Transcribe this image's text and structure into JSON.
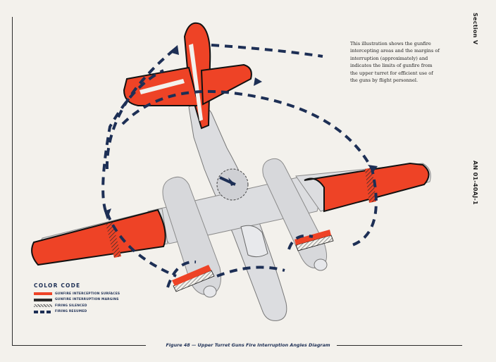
{
  "section_label": "Section V",
  "document_id": "AN 01-40AJ-1",
  "description": "This illustration shows the gunfire intercepting areas and the margins of interruption (approximately) and indicates the limits of gunfire from the upper turret for efficient use of the guns by flight personnel.",
  "legend": {
    "title": "COLOR CODE",
    "items": [
      {
        "label": "GUNFIRE INTERCEPTION SURFACES",
        "style": "solid",
        "color": "#ee4326"
      },
      {
        "label": "GUNFIRE INTERRUPTION MARGINS",
        "style": "margin",
        "color": "#2a2a2a"
      },
      {
        "label": "FIRING SILENCED",
        "style": "hatch",
        "color": "#7a7a7a"
      },
      {
        "label": "FIRING RESUMED",
        "style": "dashed",
        "color": "#1d2f55"
      }
    ]
  },
  "caption": "Figure 48 — Upper Turret Guns Fire Interruption Angles Diagram",
  "colors": {
    "interception": "#ee4326",
    "firing_path": "#1d2f55",
    "airframe": "#dcdde0",
    "outline": "#111111"
  }
}
